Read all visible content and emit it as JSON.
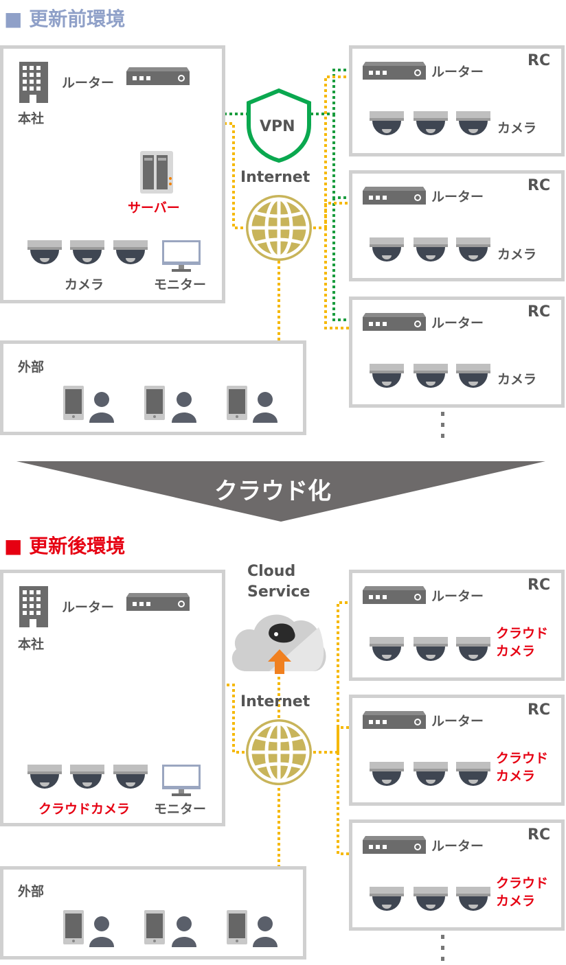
{
  "before": {
    "heading": "■ 更新前環境",
    "hq": {
      "label": "本社",
      "router": "ルーター",
      "server": "サーバー",
      "cameras": "カメラ",
      "monitor": "モニター"
    },
    "vpn": "VPN",
    "internet": "Internet",
    "external": "外部",
    "sites": [
      {
        "rc": "RC",
        "router": "ルーター",
        "cameras": "カメラ"
      },
      {
        "rc": "RC",
        "router": "ルーター",
        "cameras": "カメラ"
      },
      {
        "rc": "RC",
        "router": "ルーター",
        "cameras": "カメラ"
      }
    ]
  },
  "transition": "クラウド化",
  "after": {
    "heading": "■ 更新後環境",
    "hq": {
      "label": "本社",
      "router": "ルーター",
      "cameras": "クラウドカメラ",
      "monitor": "モニター"
    },
    "cloud": {
      "line1": "Cloud",
      "line2": "Service"
    },
    "internet": "Internet",
    "external": "外部",
    "sites": [
      {
        "rc": "RC",
        "router": "ルーター",
        "cameras_line1": "クラウド",
        "cameras_line2": "カメラ"
      },
      {
        "rc": "RC",
        "router": "ルーター",
        "cameras_line1": "クラウド",
        "cameras_line2": "カメラ"
      },
      {
        "rc": "RC",
        "router": "ルーター",
        "cameras_line1": "クラウド",
        "cameras_line2": "カメラ"
      }
    ]
  },
  "colors": {
    "blue_line": "#3a6fc4",
    "yellow_line": "#f5b800",
    "green_line": "#1a9c3e",
    "red_line": "#e60012",
    "globe": "#c8b45a",
    "heading_before": "#8fa0c8",
    "heading_after": "#e60012"
  }
}
